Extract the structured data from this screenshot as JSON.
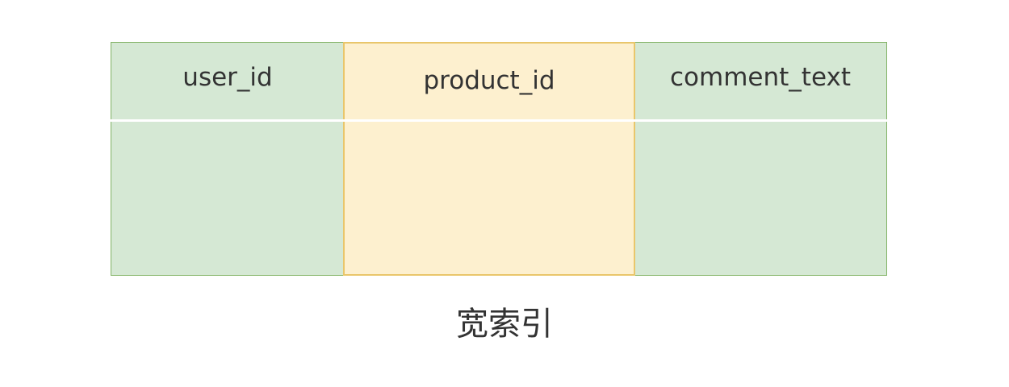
{
  "columns": [
    {
      "label": "user_id",
      "color": "#d5e8d4",
      "border": "#82b366"
    },
    {
      "label": "product_id",
      "color": "#fdf0cf",
      "border": "#e9c66b"
    },
    {
      "label": "comment_text",
      "color": "#d5e8d4",
      "border": "#82b366"
    }
  ],
  "caption": "宽索引"
}
